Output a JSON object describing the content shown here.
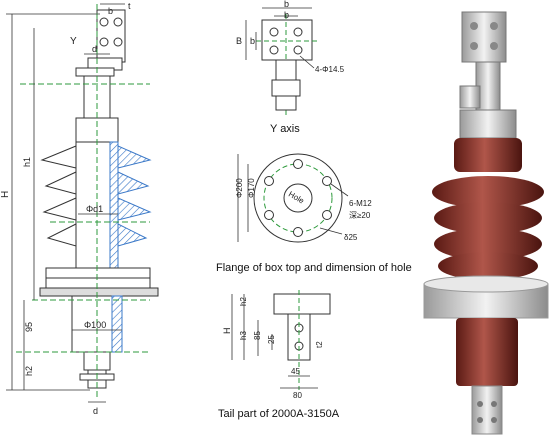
{
  "left_drawing": {
    "labels": {
      "t": "t",
      "b": "b",
      "y_axis": "Y",
      "d_top": "d",
      "h1": "h1",
      "H": "H",
      "phi_d1": "Φd1",
      "phi_100": "Φ100",
      "dim_95": "95",
      "h2": "h2",
      "d_bottom": "d"
    }
  },
  "y_axis_view": {
    "caption": "Y axis",
    "labels": {
      "b_top": "b",
      "b_inner": "b",
      "B": "B",
      "b_side": "b",
      "holes": "4-Φ14.5"
    }
  },
  "flange_view": {
    "caption": "Flange of box top and dimension of hole",
    "labels": {
      "phi_200": "Φ200",
      "phi_170": "Φ170",
      "hole": "Hole",
      "m12": "6-M12",
      "depth": "深≥20",
      "delta": "δ25"
    }
  },
  "tail_view": {
    "caption": "Tail part of 2000A-3150A",
    "labels": {
      "h2": "h2",
      "H": "H",
      "h3": "h3",
      "d85": "85",
      "d25": "25",
      "t2": "t2",
      "d45": "45",
      "d80": "80"
    }
  },
  "colors": {
    "line": "#333333",
    "center_line": "#2e9a3c",
    "porcelain": "#7a2a22",
    "porcelain_light": "#b0564a",
    "hatch_blue": "#3a78c8",
    "photo_background": "#ffffff"
  }
}
